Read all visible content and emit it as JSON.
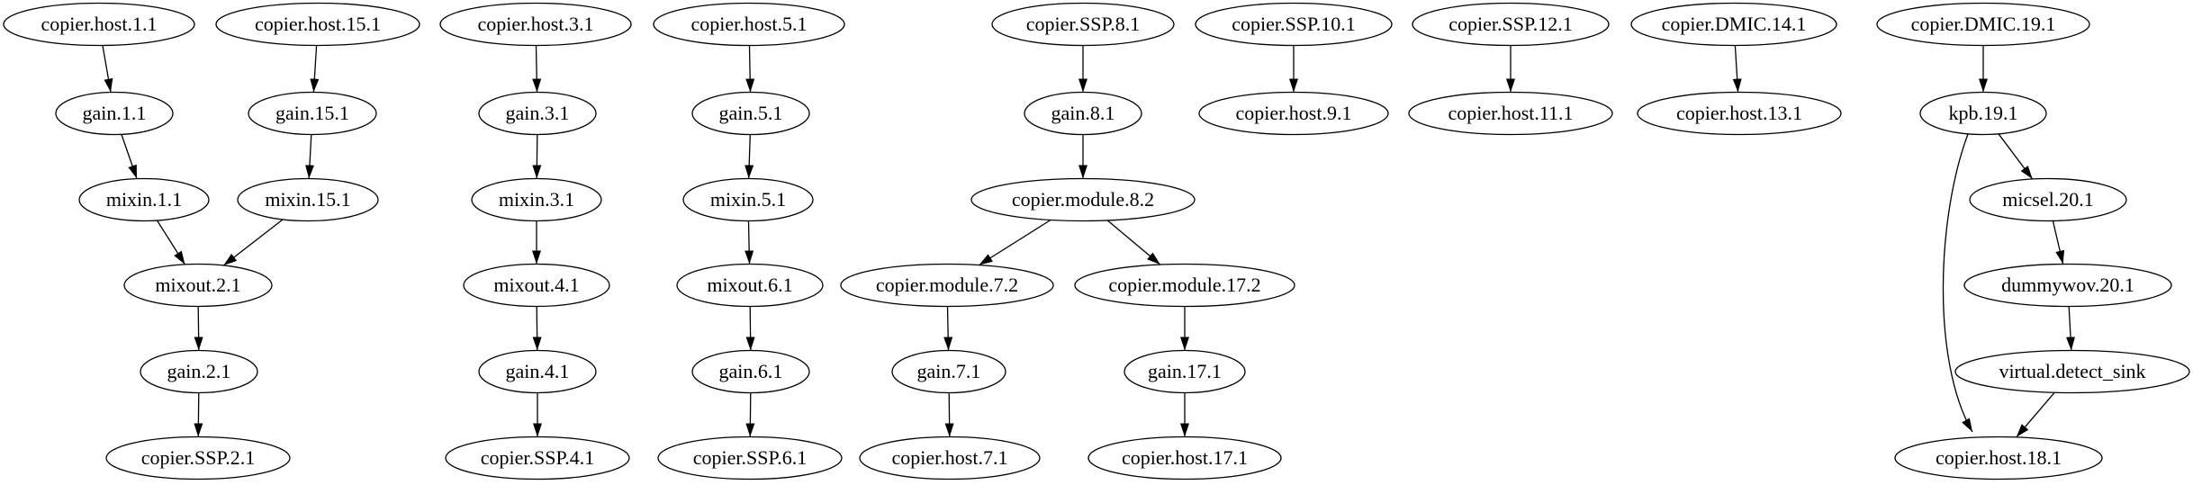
{
  "diagram": {
    "type": "directed-graph",
    "background_color": "#ffffff",
    "node_fill_color": "#ffffff",
    "node_stroke_color": "#000000",
    "edge_color": "#000000",
    "nodes": {
      "copier_host_1_1": {
        "label": "copier.host.1.1"
      },
      "copier_host_15_1": {
        "label": "copier.host.15.1"
      },
      "copier_host_3_1": {
        "label": "copier.host.3.1"
      },
      "copier_host_5_1": {
        "label": "copier.host.5.1"
      },
      "copier_SSP_8_1": {
        "label": "copier.SSP.8.1"
      },
      "copier_SSP_10_1": {
        "label": "copier.SSP.10.1"
      },
      "copier_SSP_12_1": {
        "label": "copier.SSP.12.1"
      },
      "copier_DMIC_14_1": {
        "label": "copier.DMIC.14.1"
      },
      "copier_DMIC_19_1": {
        "label": "copier.DMIC.19.1"
      },
      "gain_1_1": {
        "label": "gain.1.1"
      },
      "gain_15_1": {
        "label": "gain.15.1"
      },
      "gain_3_1": {
        "label": "gain.3.1"
      },
      "gain_5_1": {
        "label": "gain.5.1"
      },
      "gain_8_1": {
        "label": "gain.8.1"
      },
      "copier_host_9_1": {
        "label": "copier.host.9.1"
      },
      "copier_host_11_1": {
        "label": "copier.host.11.1"
      },
      "copier_host_13_1": {
        "label": "copier.host.13.1"
      },
      "kpb_19_1": {
        "label": "kpb.19.1"
      },
      "mixin_1_1": {
        "label": "mixin.1.1"
      },
      "mixin_15_1": {
        "label": "mixin.15.1"
      },
      "mixin_3_1": {
        "label": "mixin.3.1"
      },
      "mixin_5_1": {
        "label": "mixin.5.1"
      },
      "copier_module_8_2": {
        "label": "copier.module.8.2"
      },
      "micsel_20_1": {
        "label": "micsel.20.1"
      },
      "mixout_2_1": {
        "label": "mixout.2.1"
      },
      "mixout_4_1": {
        "label": "mixout.4.1"
      },
      "mixout_6_1": {
        "label": "mixout.6.1"
      },
      "copier_module_7_2": {
        "label": "copier.module.7.2"
      },
      "copier_module_17_2": {
        "label": "copier.module.17.2"
      },
      "dummywov_20_1": {
        "label": "dummywov.20.1"
      },
      "gain_2_1": {
        "label": "gain.2.1"
      },
      "gain_4_1": {
        "label": "gain.4.1"
      },
      "gain_6_1": {
        "label": "gain.6.1"
      },
      "gain_7_1": {
        "label": "gain.7.1"
      },
      "gain_17_1": {
        "label": "gain.17.1"
      },
      "virtual_detect_sink": {
        "label": "virtual.detect_sink"
      },
      "copier_SSP_2_1": {
        "label": "copier.SSP.2.1"
      },
      "copier_SSP_4_1": {
        "label": "copier.SSP.4.1"
      },
      "copier_SSP_6_1": {
        "label": "copier.SSP.6.1"
      },
      "copier_host_7_1": {
        "label": "copier.host.7.1"
      },
      "copier_host_17_1": {
        "label": "copier.host.17.1"
      },
      "copier_host_18_1": {
        "label": "copier.host.18.1"
      }
    },
    "edges": [
      {
        "from": "copier.host.1.1",
        "to": "gain.1.1"
      },
      {
        "from": "gain.1.1",
        "to": "mixin.1.1"
      },
      {
        "from": "mixin.1.1",
        "to": "mixout.2.1"
      },
      {
        "from": "copier.host.15.1",
        "to": "gain.15.1"
      },
      {
        "from": "gain.15.1",
        "to": "mixin.15.1"
      },
      {
        "from": "mixin.15.1",
        "to": "mixout.2.1"
      },
      {
        "from": "mixout.2.1",
        "to": "gain.2.1"
      },
      {
        "from": "gain.2.1",
        "to": "copier.SSP.2.1"
      },
      {
        "from": "copier.host.3.1",
        "to": "gain.3.1"
      },
      {
        "from": "gain.3.1",
        "to": "mixin.3.1"
      },
      {
        "from": "mixin.3.1",
        "to": "mixout.4.1"
      },
      {
        "from": "mixout.4.1",
        "to": "gain.4.1"
      },
      {
        "from": "gain.4.1",
        "to": "copier.SSP.4.1"
      },
      {
        "from": "copier.host.5.1",
        "to": "gain.5.1"
      },
      {
        "from": "gain.5.1",
        "to": "mixin.5.1"
      },
      {
        "from": "mixin.5.1",
        "to": "mixout.6.1"
      },
      {
        "from": "mixout.6.1",
        "to": "gain.6.1"
      },
      {
        "from": "gain.6.1",
        "to": "copier.SSP.6.1"
      },
      {
        "from": "copier.SSP.8.1",
        "to": "gain.8.1"
      },
      {
        "from": "gain.8.1",
        "to": "copier.module.8.2"
      },
      {
        "from": "copier.module.8.2",
        "to": "copier.module.7.2"
      },
      {
        "from": "copier.module.8.2",
        "to": "copier.module.17.2"
      },
      {
        "from": "copier.module.7.2",
        "to": "gain.7.1"
      },
      {
        "from": "gain.7.1",
        "to": "copier.host.7.1"
      },
      {
        "from": "copier.module.17.2",
        "to": "gain.17.1"
      },
      {
        "from": "gain.17.1",
        "to": "copier.host.17.1"
      },
      {
        "from": "copier.SSP.10.1",
        "to": "copier.host.9.1"
      },
      {
        "from": "copier.SSP.12.1",
        "to": "copier.host.11.1"
      },
      {
        "from": "copier.DMIC.14.1",
        "to": "copier.host.13.1"
      },
      {
        "from": "copier.DMIC.19.1",
        "to": "kpb.19.1"
      },
      {
        "from": "kpb.19.1",
        "to": "micsel.20.1"
      },
      {
        "from": "kpb.19.1",
        "to": "copier.host.18.1"
      },
      {
        "from": "micsel.20.1",
        "to": "dummywov.20.1"
      },
      {
        "from": "dummywov.20.1",
        "to": "virtual.detect_sink"
      },
      {
        "from": "virtual.detect_sink",
        "to": "copier.host.18.1"
      }
    ]
  }
}
